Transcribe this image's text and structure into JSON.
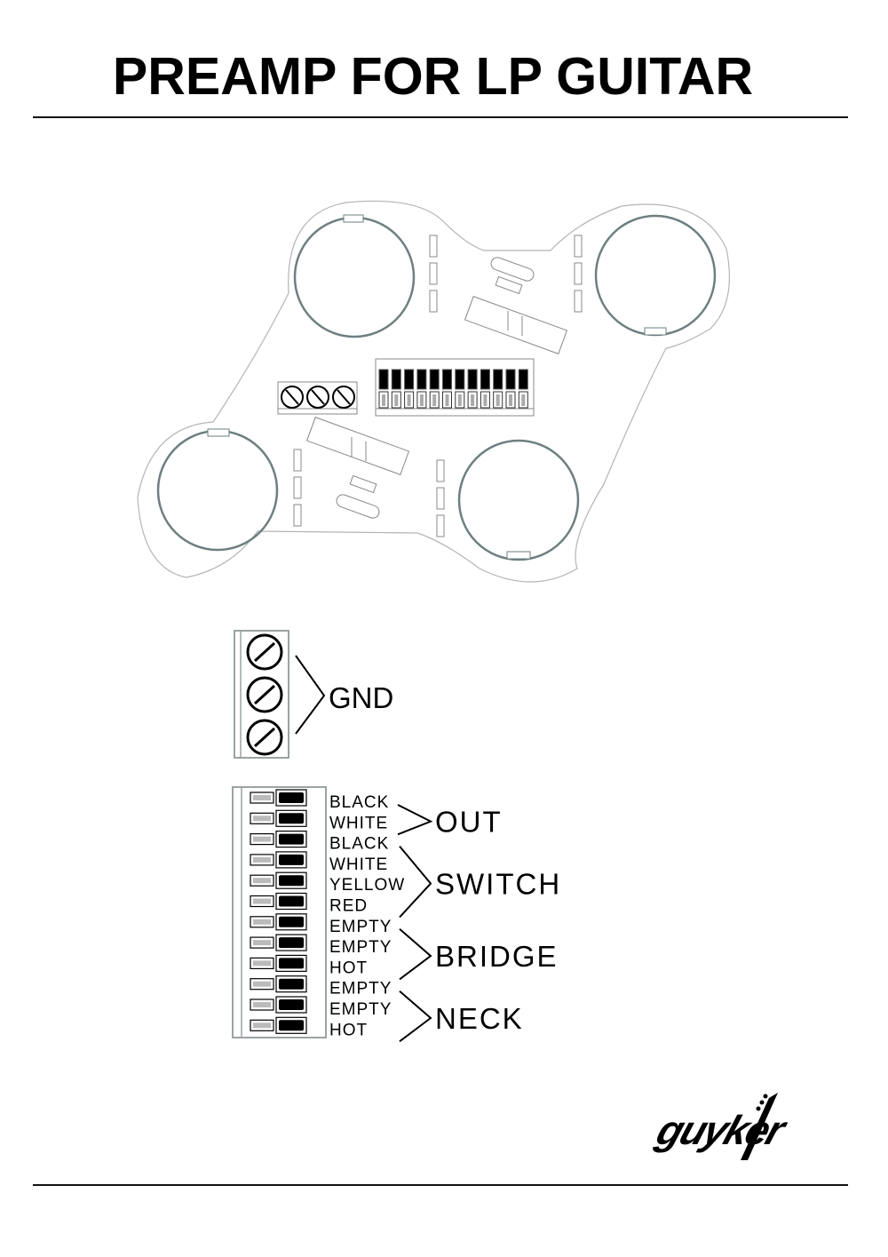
{
  "title": "PREAMP FOR LP GUITAR",
  "board": {
    "pots": 4,
    "ground_terminal_screws": 3,
    "pin_header_pins": 12
  },
  "gnd_block": {
    "screws": 3,
    "label": "GND"
  },
  "terminal_block": {
    "pins": [
      {
        "wire": "BLACK"
      },
      {
        "wire": "WHITE"
      },
      {
        "wire": "BLACK"
      },
      {
        "wire": "WHITE"
      },
      {
        "wire": "YELLOW"
      },
      {
        "wire": "RED"
      },
      {
        "wire": "EMPTY"
      },
      {
        "wire": "EMPTY"
      },
      {
        "wire": "HOT"
      },
      {
        "wire": "EMPTY"
      },
      {
        "wire": "EMPTY"
      },
      {
        "wire": "HOT"
      }
    ],
    "groups": [
      {
        "label": "OUT",
        "from": 0,
        "to": 1
      },
      {
        "label": "SWITCH",
        "from": 2,
        "to": 5
      },
      {
        "label": "BRIDGE",
        "from": 6,
        "to": 8
      },
      {
        "label": "NECK",
        "from": 9,
        "to": 11
      }
    ]
  },
  "logo": {
    "text": "guyker"
  },
  "colors": {
    "pot_ring": "#6e7f80",
    "outline": "#9aa3a3",
    "ink": "#000000"
  }
}
